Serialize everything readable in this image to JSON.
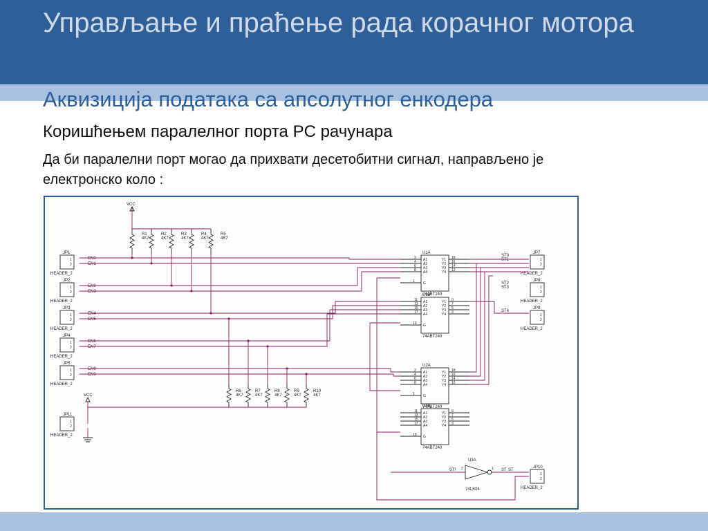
{
  "slide": {
    "title": "Управљање и праћење рада корачног мотора",
    "subtitle": "Аквизиција података са апсолутног енкодера",
    "heading2": "Коришћењем паралелног порта PC рачунара",
    "body": "Да би паралелни порт могао да прихвати десетобитни сигнал, направљено је електронско коло :"
  },
  "schematic": {
    "vcc_label": "VCC",
    "headers": [
      {
        "ref": "JP1",
        "type": "HEADER_2",
        "pins": [
          "1",
          "2"
        ],
        "nets": [
          "EN0",
          "EN1"
        ]
      },
      {
        "ref": "JP2",
        "type": "HEADER_2",
        "pins": [
          "1",
          "2"
        ],
        "nets": [
          "EN2",
          "EN3"
        ]
      },
      {
        "ref": "JP3",
        "type": "HEADER_2",
        "pins": [
          "1",
          "2"
        ],
        "nets": [
          "EN4",
          "EN5"
        ]
      },
      {
        "ref": "JP4",
        "type": "HEADER_2",
        "pins": [
          "1",
          "2"
        ],
        "nets": [
          "EN6",
          "EN7"
        ]
      },
      {
        "ref": "JP5",
        "type": "HEADER_2",
        "pins": [
          "1",
          "2"
        ],
        "nets": [
          "EN8",
          "EN9"
        ]
      },
      {
        "ref": "JP11",
        "type": "HEADER_2",
        "pins": [
          "1",
          "2"
        ],
        "nets": [
          "",
          ""
        ]
      },
      {
        "ref": "JP7",
        "type": "HEADER_2",
        "pins": [
          "1",
          "2"
        ],
        "nets": [
          "ST0",
          "ST1"
        ]
      },
      {
        "ref": "JP8",
        "type": "HEADER_2",
        "pins": [
          "1",
          "2"
        ],
        "nets": [
          "ST2",
          "ST3"
        ]
      },
      {
        "ref": "JP9",
        "type": "HEADER_2",
        "pins": [
          "1",
          "2"
        ],
        "nets": [
          "ST4",
          ""
        ]
      },
      {
        "ref": "JP10",
        "type": "HEADER_2",
        "pins": [
          "1",
          "2"
        ],
        "nets": [
          "ST",
          ""
        ]
      }
    ],
    "resistors_top": [
      {
        "ref": "R1",
        "value": "4K7"
      },
      {
        "ref": "R2",
        "value": "4K7"
      },
      {
        "ref": "R3",
        "value": "4K7"
      },
      {
        "ref": "R4",
        "value": "4K7"
      },
      {
        "ref": "R5",
        "value": "4K7"
      }
    ],
    "resistors_bottom": [
      {
        "ref": "R6",
        "value": "4K7"
      },
      {
        "ref": "R7",
        "value": "4K7"
      },
      {
        "ref": "R8",
        "value": "4K7"
      },
      {
        "ref": "R9",
        "value": "4K7"
      },
      {
        "ref": "R10",
        "value": "4K7"
      }
    ],
    "chips": [
      {
        "ref": "U1A",
        "part": "74ABT240",
        "in_pins": [
          "2",
          "4",
          "6",
          "8"
        ],
        "out_pins": [
          "18",
          "16",
          "14",
          "12"
        ],
        "g_pin": "1"
      },
      {
        "ref": "U1B",
        "part": "74ABT240",
        "in_pins": [
          "11",
          "13",
          "15",
          "17"
        ],
        "out_pins": [
          "9",
          "7",
          "5",
          "3"
        ],
        "g_pin": "19"
      },
      {
        "ref": "U2A",
        "part": "74ABT240",
        "in_pins": [
          "2",
          "4",
          "6",
          "8"
        ],
        "out_pins": [
          "18",
          "16",
          "14",
          "12"
        ],
        "g_pin": "1"
      },
      {
        "ref": "U2B",
        "part": "74ABT240",
        "in_pins": [
          "11",
          "13",
          "15",
          "17"
        ],
        "out_pins": [
          "9",
          "7",
          "5",
          "3"
        ],
        "g_pin": "19"
      }
    ],
    "chip_in_labels": [
      "A1",
      "A2",
      "A3",
      "A4"
    ],
    "chip_out_labels": [
      "Y1",
      "Y2",
      "Y3",
      "Y4"
    ],
    "chip_g_label": "G",
    "inverter": {
      "ref": "U3A",
      "part": "74LS04",
      "in_pin": "2",
      "out_pin": "1",
      "in_net": "ST/",
      "out_net": "ST"
    }
  }
}
